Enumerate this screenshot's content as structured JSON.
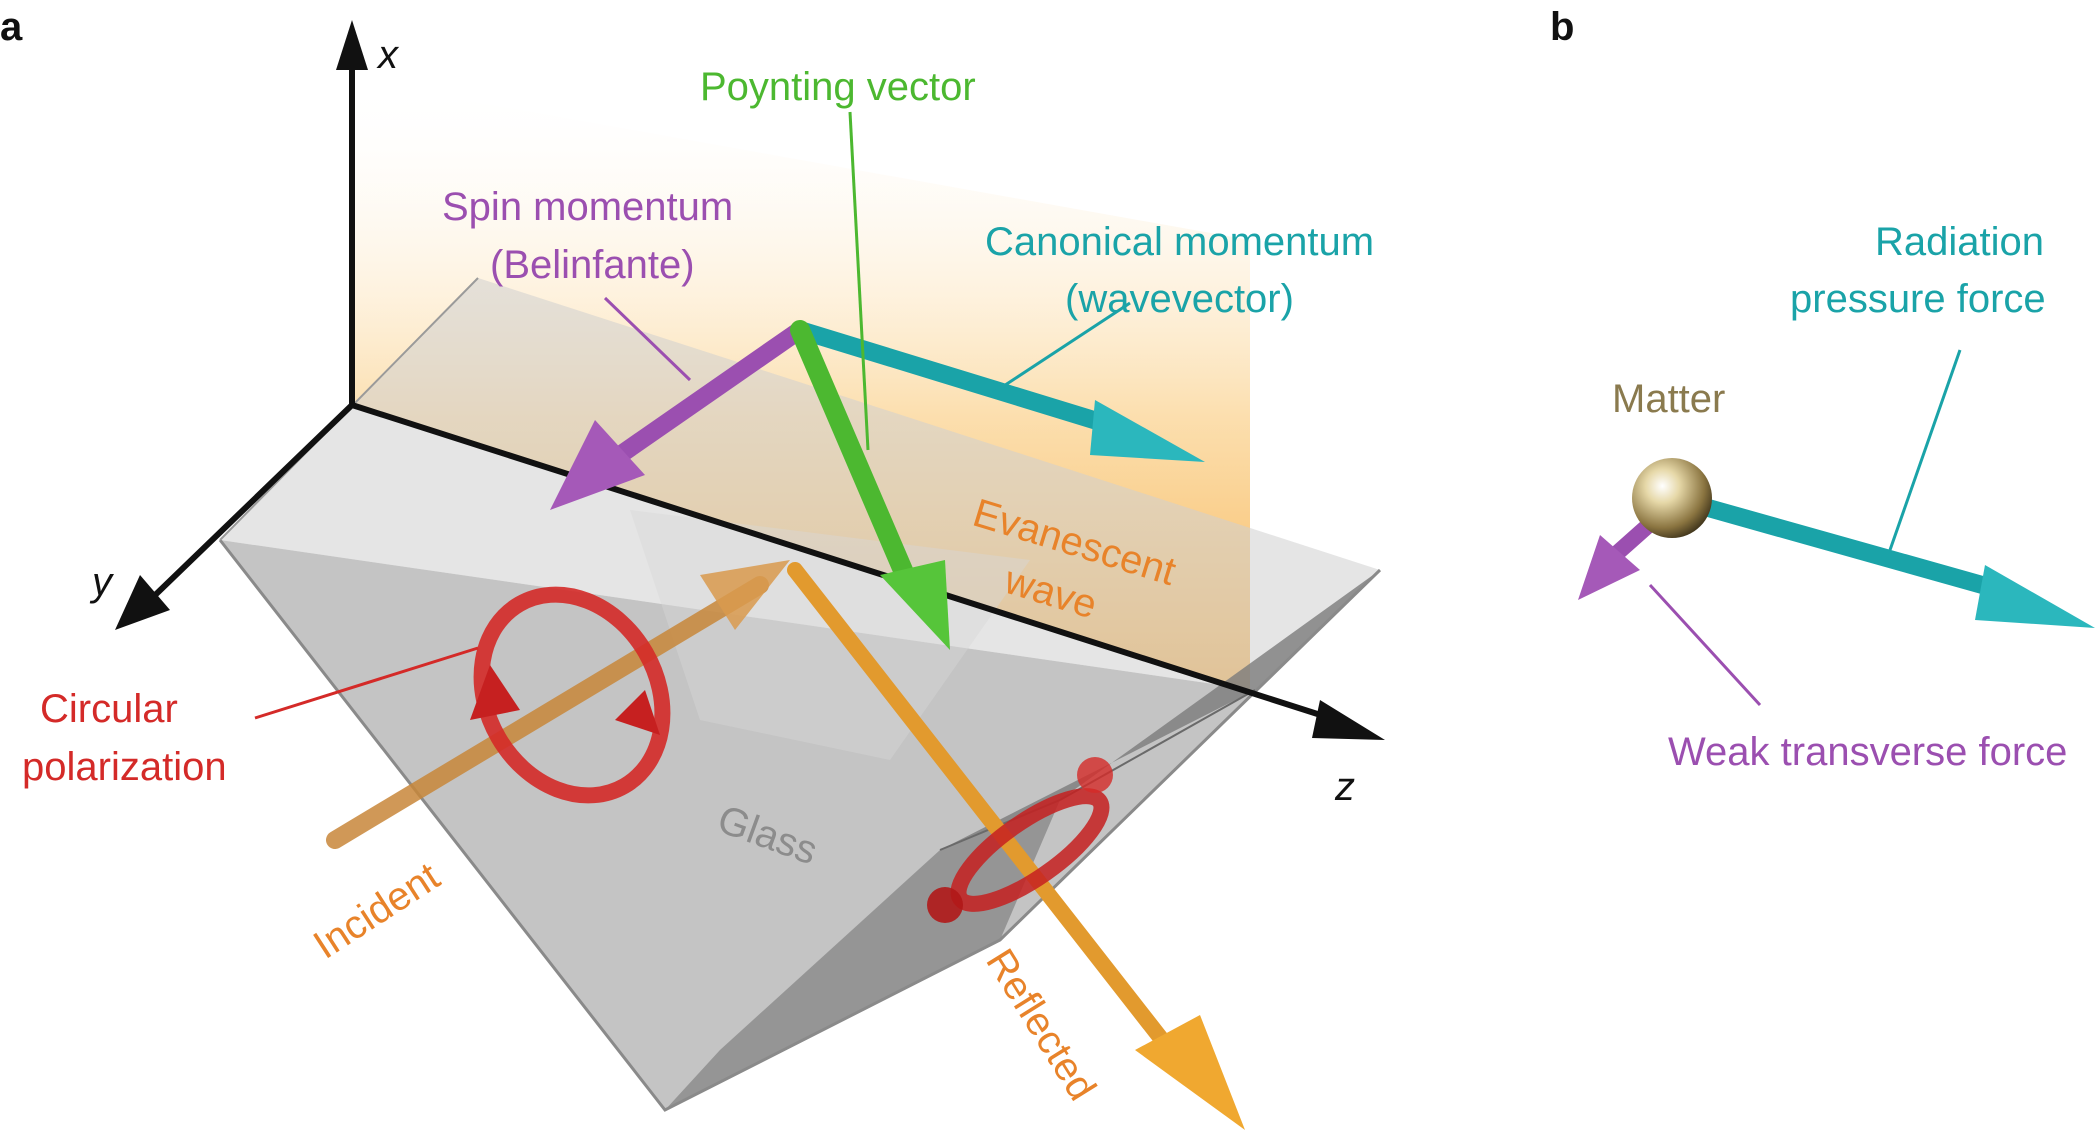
{
  "panels": {
    "a": "a",
    "b": "b"
  },
  "axes": {
    "x": "x",
    "y": "y",
    "z": "z"
  },
  "labels": {
    "poynting": "Poynting vector",
    "spin_line1": "Spin momentum",
    "spin_line2": "(Belinfante)",
    "canonical_line1": "Canonical momentum",
    "canonical_line2": "(wavevector)",
    "evanescent_line1": "Evanescent",
    "evanescent_line2": "wave",
    "circular_line1": "Circular",
    "circular_line2": "polarization",
    "glass": "Glass",
    "incident": "Incident",
    "reflected": "Reflected",
    "matter": "Matter",
    "radiation_line1": "Radiation",
    "radiation_line2": "pressure force",
    "weak": "Weak transverse force"
  },
  "colors": {
    "poynting": "#4cb830",
    "spin": "#9b4fb0",
    "canonical": "#1aa3a8",
    "evanescent": "#e8832a",
    "circular": "#d42a28",
    "glass": "#8c8c8c",
    "incident": "#e8832a",
    "reflected": "#e8832a",
    "matter": "#8a7a4e",
    "axes": "#111111"
  }
}
